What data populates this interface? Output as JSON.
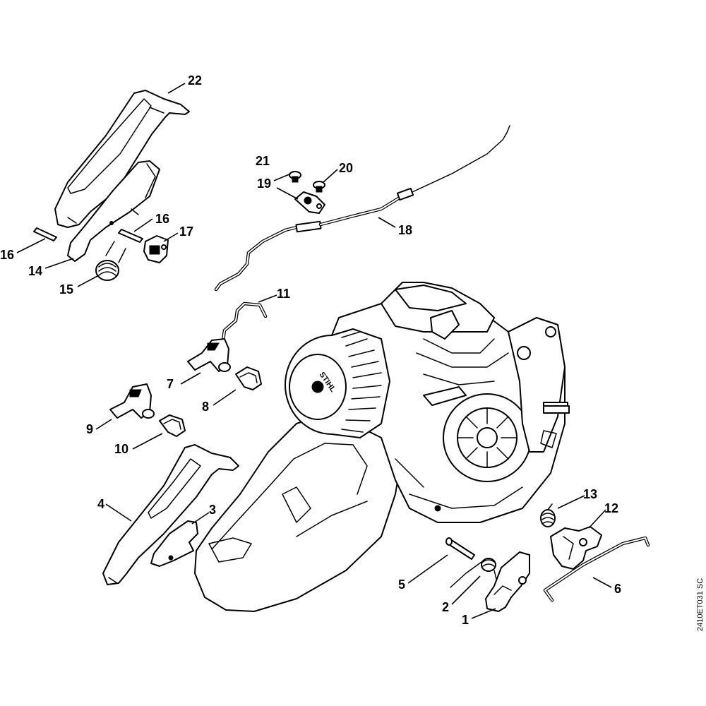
{
  "figure": {
    "reference_code": "2410ET031 SC",
    "brand_mark": "STIHL"
  },
  "callouts": [
    {
      "number": "1",
      "part": "throttle-trigger"
    },
    {
      "number": "2",
      "part": "torsion-spring"
    },
    {
      "number": "3",
      "part": "handle-molding"
    },
    {
      "number": "4",
      "part": "rear-handle-molding"
    },
    {
      "number": "5",
      "part": "pin"
    },
    {
      "number": "6",
      "part": "throttle-rod"
    },
    {
      "number": "7",
      "part": "switch-shaft"
    },
    {
      "number": "8",
      "part": "switch-spring"
    },
    {
      "number": "9",
      "part": "switch-shaft-alt"
    },
    {
      "number": "10",
      "part": "switch-spring-alt"
    },
    {
      "number": "11",
      "part": "wire-clip"
    },
    {
      "number": "12",
      "part": "interlock-lever"
    },
    {
      "number": "13",
      "part": "lever-spring"
    },
    {
      "number": "14",
      "part": "handle-cover"
    },
    {
      "number": "15",
      "part": "torsion-spring-upper"
    },
    {
      "number": "16",
      "part": "roll-pin"
    },
    {
      "number": "17",
      "part": "bearing-block"
    },
    {
      "number": "18",
      "part": "throttle-cable"
    },
    {
      "number": "19",
      "part": "cable-clamp"
    },
    {
      "number": "20",
      "part": "screw"
    },
    {
      "number": "21",
      "part": "screw-alt"
    },
    {
      "number": "22",
      "part": "upper-handle-molding"
    }
  ]
}
